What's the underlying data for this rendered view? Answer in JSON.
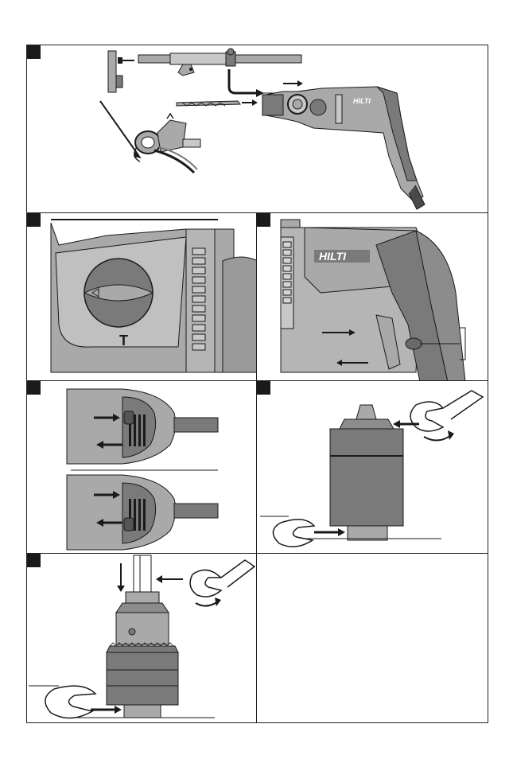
{
  "document": {
    "brand_logo": "HILTI",
    "mode_symbol": "T",
    "panels": [
      {
        "id": "fig1",
        "label": ""
      },
      {
        "id": "fig2",
        "label": ""
      },
      {
        "id": "fig3",
        "label": ""
      },
      {
        "id": "fig4",
        "label": ""
      },
      {
        "id": "fig5",
        "label": ""
      },
      {
        "id": "fig6",
        "label": ""
      },
      {
        "id": "fig7",
        "label": ""
      }
    ]
  },
  "colors": {
    "body_gray": "#a9a9a9",
    "dark_gray": "#7a7a7a",
    "light_gray": "#c8c8c8",
    "outline": "#1a1a1a"
  }
}
